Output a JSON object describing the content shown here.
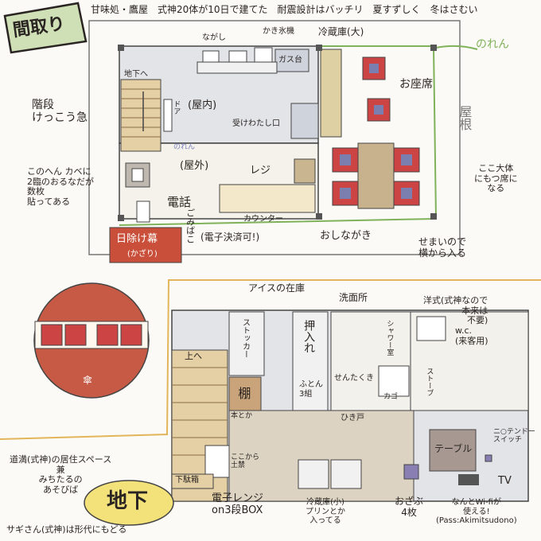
{
  "top": {
    "badge": "間取り",
    "header": "甘味処・鷹屋　式神20体が10日で建てた　耐震設計はバッチリ　夏すずしく　冬はさむい"
  },
  "floor1": {
    "nagashi": "ながし",
    "kakigori": "かき氷機",
    "reizouko_large": "冷蔵庫(大)",
    "gas": "ガス台",
    "noren_top": "のれん",
    "ozashiki": "お座席",
    "yane": "屋根",
    "chika_he": "地下へ",
    "door_label": "ドア",
    "okunai": "(屋内)",
    "uketorikuchi": "受けわたし口",
    "kaidan": "階段\nけっこう急",
    "noren_inner": "のれん",
    "okugai": "(屋外)",
    "register": "レジ",
    "kabe_note": "このへん カベに\n2臨のおるなだが\n数枚\n貼ってある",
    "denwa": "電話",
    "counter": "カウンター",
    "ozashiki_note": "ここ大体\nにもつ席に\nなる",
    "hiyoke": "日除け幕",
    "kazari": "(かざり)",
    "gomibako": "ごみばこ",
    "denshi": "(電子決済可!)",
    "oshinagaki": "おしながき",
    "semai": "せまいので\n横から入る"
  },
  "kasa": {
    "label": "傘"
  },
  "floor2": {
    "ice_stock": "アイスの在庫",
    "senmenjo": "洗面所",
    "youshiki_note": "洋式(式神なので\n本来は\n不要)",
    "stocker": "ストッカー",
    "oshiire": "押入れ",
    "futon": "ふとん\n3組",
    "shower": "シャワー室",
    "wc": "w.c.\n(来客用)",
    "ue_he": "上へ",
    "sentakuki": "せんたくき",
    "stove": "ストーブ",
    "kago": "カゴ",
    "tana": "棚",
    "hon": "本とか",
    "hikido": "ひき戸",
    "table": "テーブル",
    "switch": "ニ○テンドー\nスイッチ",
    "koko_kara": "ここから\n土禁",
    "getabako": "下駄箱",
    "tv": "TV",
    "denshi_range": "電子レンジ\non3段BOX",
    "reizouko_small": "冷蔵庫(小)\nプリンとか\n入ってる",
    "ozabu": "おざぶ\n4枚",
    "wifi": "なんとWi-fiが\n使える!\n(Pass:Akimitsudono)"
  },
  "bottom": {
    "living_note": "道満(式神)の居住スペース\n兼\nみちたるの\nあそびば",
    "sagi_note": "サギさん(式神)は形代にもどる",
    "chika": "地下"
  }
}
